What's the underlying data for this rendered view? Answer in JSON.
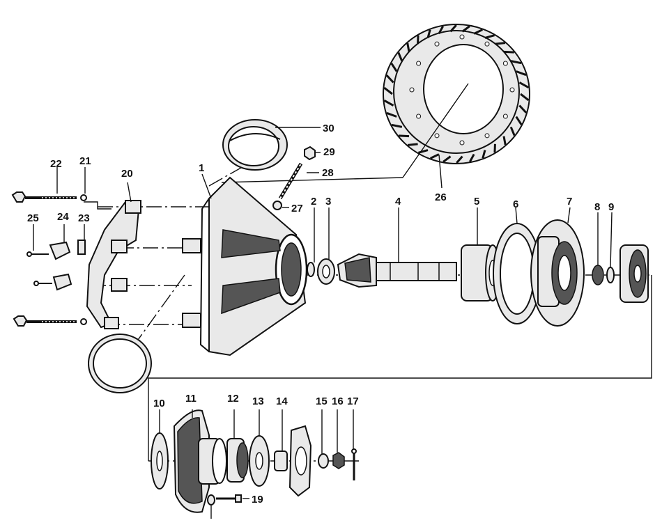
{
  "labels": {
    "l1": "1",
    "l2": "2",
    "l3": "3",
    "l4": "4",
    "l5": "5",
    "l6": "6",
    "l7": "7",
    "l8": "8",
    "l9": "9",
    "l10": "10",
    "l11": "11",
    "l12": "12",
    "l13": "13",
    "l14": "14",
    "l15": "15",
    "l16": "16",
    "l17": "17",
    "l19": "19",
    "l20": "20",
    "l21": "21",
    "l22": "22",
    "l23": "23",
    "l24": "24",
    "l25": "25",
    "l26": "26",
    "l27": "27",
    "l28": "28",
    "l29": "29",
    "l30": "30"
  }
}
